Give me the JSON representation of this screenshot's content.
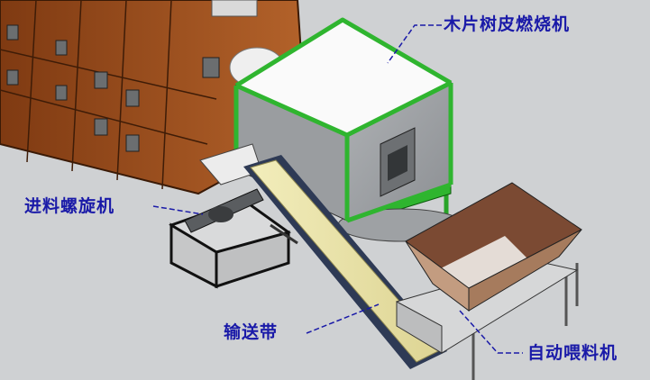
{
  "labels": {
    "burner": "木片树皮燃烧机",
    "screw_feeder": "进料螺旋机",
    "conveyor": "输送带",
    "auto_feeder": "自动喂料机"
  },
  "colors": {
    "background": "#cfd1d3",
    "dryer_body": "#9a4a18",
    "frame": "#2fb52f",
    "belt": "#e9e3a5",
    "hopper": "#b58d72",
    "label_text": "#1a1aa8",
    "leader_line": "#1a1aa8"
  }
}
